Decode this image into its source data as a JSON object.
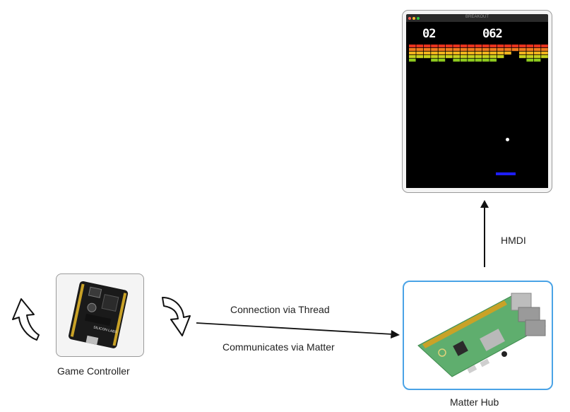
{
  "monitor": {
    "window_title": "BREAKOUT",
    "score_left": "02",
    "score_right": "062",
    "brick_colors": [
      "#e8321e",
      "#f07a1e",
      "#f0b41e",
      "#c8d21e",
      "#8cc81e"
    ]
  },
  "labels": {
    "hdmi": "HMDI",
    "connection": "Connection via Thread",
    "communicates": "Communicates via Matter",
    "game_controller": "Game Controller",
    "matter_hub": "Matter Hub"
  },
  "board": {
    "brand": "SILICON LABS"
  },
  "colors": {
    "hub_border": "#4aa3e6",
    "paddle": "#1e1eff",
    "pcb_green": "#5fae6e"
  }
}
